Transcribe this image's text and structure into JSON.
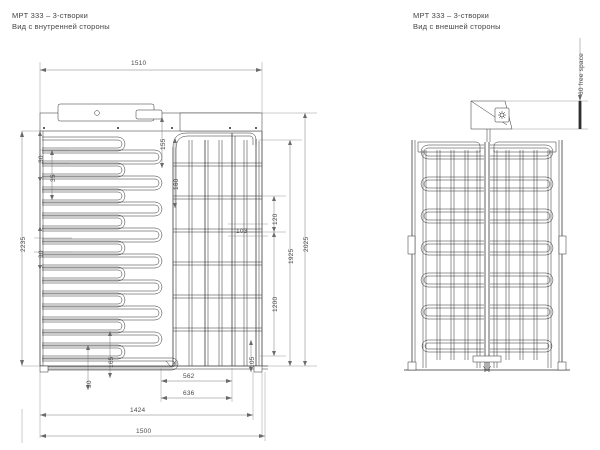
{
  "drawing": {
    "title_left": {
      "line1": "MPT 333 – 3-створки",
      "line2": "Вид с внутренней стороны"
    },
    "title_right": {
      "line1": "MPT 333 – 3-створки",
      "line2": "Вид с внешней стороны"
    },
    "free_space_label": "60  free space",
    "dimensions_left_view": {
      "top_width": "1510",
      "left_stack": [
        "30",
        "35",
        "2235",
        "90"
      ],
      "inner_vertical": [
        "155",
        "160"
      ],
      "right_stack": [
        "120",
        "1925",
        "2025",
        "1200"
      ],
      "callout": "103",
      "bottom_small": [
        "165",
        "30",
        "105"
      ],
      "bottom_stack": [
        "562",
        "636",
        "1424",
        "1500"
      ]
    },
    "all_labels": [
      "1510",
      "30",
      "35",
      "2235",
      "90",
      "155",
      "160",
      "120",
      "103",
      "1925",
      "2025",
      "1200",
      "165",
      "105",
      "562",
      "636",
      "1424",
      "1500",
      "60  free space"
    ]
  },
  "colors": {
    "line": "#2e2e2e",
    "dimension": "#6a6a6a",
    "text": "#444444",
    "background": "#ffffff"
  }
}
